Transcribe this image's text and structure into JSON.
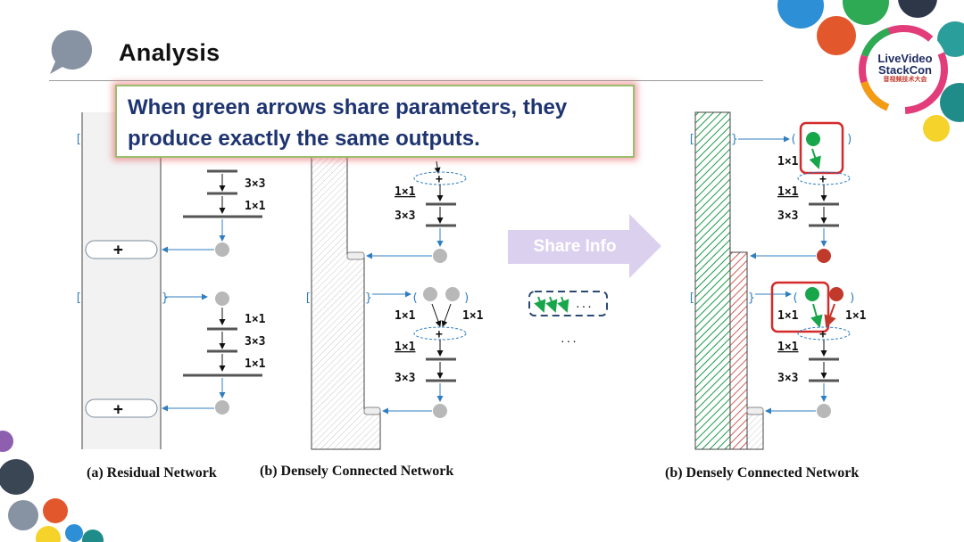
{
  "slide": {
    "title": "Analysis",
    "callout": "When green arrows share parameters, they produce exactly the same outputs.",
    "share_label": "Share Info",
    "logo": {
      "line1": "LiveVideo",
      "line2": "StackCon",
      "line3": "音视频技术大会"
    }
  },
  "captions": {
    "a": "(a) Residual  Network",
    "b": "(b) Densely  Connected Network",
    "c": "(b) Densely  Connected Network"
  },
  "labels": {
    "conv1": "1×1",
    "conv3": "3×3",
    "plus": "+",
    "ellipsis": "..."
  },
  "colors": {
    "title_rule": "#9a9a9a",
    "callout_text": "#1e3470",
    "callout_border": "#9bbd6e",
    "callout_glow": "#e65a5a",
    "arrow_blue": "#2f7ec1",
    "green": "#18a64a",
    "red": "#c0392b",
    "node_gray": "#b8b8b8",
    "share_arrow": "#dcd0ef"
  }
}
